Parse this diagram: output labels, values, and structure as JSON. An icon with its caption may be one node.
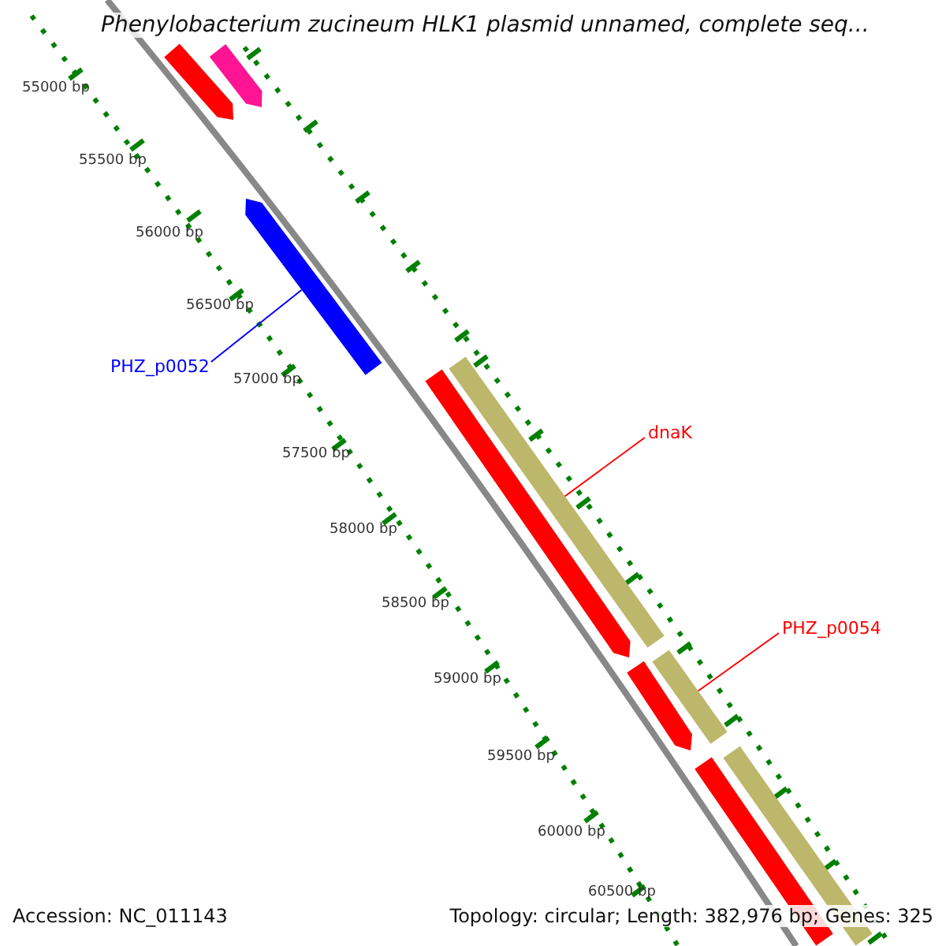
{
  "diagram": {
    "title": "Phenylobacterium zucineum HLK1 plasmid unnamed, complete seq...",
    "nodes": [
      {
        "text": [
          "PHZ_p0052"
        ]
      },
      {
        "text": [],
        "shape": "bar"
      },
      {
        "text": [
          "dnaK"
        ]
      },
      {
        "text": [],
        "shape": "bar"
      },
      {
        "text": [
          "PHZ_p0054"
        ]
      },
      {
        "text": [],
        "shape": "bar"
      },
      {
        "text": [],
        "shape": "bar"
      },
      {
        "text": [],
        "shape": "bar"
      },
      {
        "text": [],
        "shape": "bar"
      },
      {
        "text": [],
        "shape": "bar"
      },
      {
        "text": [],
        "shape": "bar"
      },
      {
        "text": [],
        "shape": "bar"
      }
    ],
    "edges": [
      {
        "from": 0,
        "to": 1,
        "arrow": "none",
        "color": "#0000ff"
      },
      {
        "from": 2,
        "to": 3,
        "arrow": "none"
      },
      {
        "from": 4,
        "to": 5,
        "arrow": "none"
      }
    ],
    "labels": [
      "55000 bp",
      "55500 bp",
      "56000 bp",
      "56500 bp",
      "57000 bp",
      "57500 bp",
      "58000 bp",
      "58500 bp",
      "59000 bp",
      "59500 bp",
      "60000 bp",
      "60500 bp",
      "Accession: NC_011143",
      "Topology: circular; Length: 382,976 bp; Genes: 325"
    ]
  }
}
